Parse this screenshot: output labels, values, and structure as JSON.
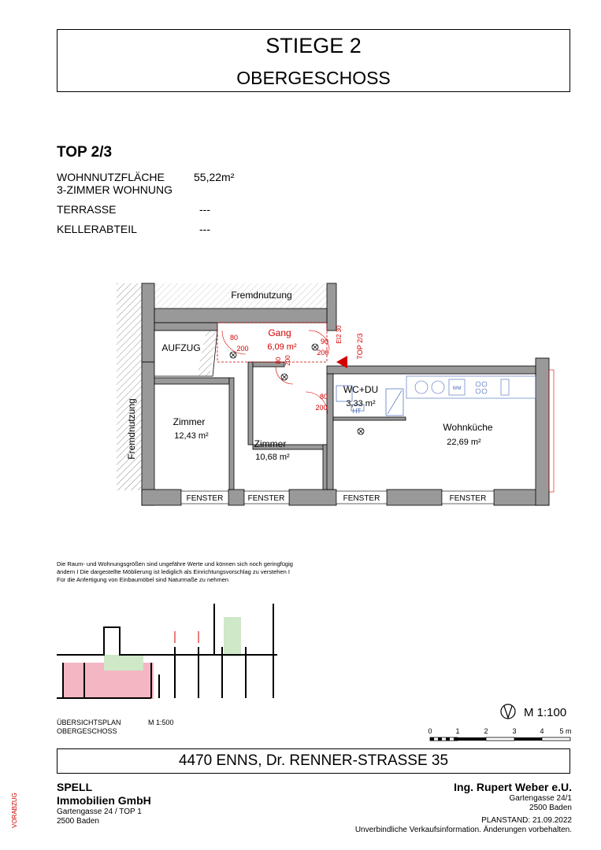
{
  "header": {
    "line1": "STIEGE 2",
    "line2": "OBERGESCHOSS"
  },
  "unit": {
    "top": "TOP 2/3",
    "wohnnutzflaeche_label": "WOHNNUTZFLÄCHE",
    "wohnnutzflaeche_value": "55,22m²",
    "type": "3-ZIMMER WOHNUNG",
    "terrasse_label": "TERRASSE",
    "terrasse_value": "---",
    "kellerabteil_label": "KELLERABTEIL",
    "kellerabteil_value": "---"
  },
  "plan": {
    "fremdnutzung_top": "Fremdnutzung",
    "fremdnutzung_left": "Fremdnutzung",
    "aufzug": "AUFZUG",
    "gang_label": "Gang",
    "gang_area": "6,09 m²",
    "wc_label": "WC+DU",
    "wc_area": "3,33 m²",
    "ht": "HT",
    "zimmer1_label": "Zimmer",
    "zimmer1_area": "12,43 m²",
    "zimmer2_label": "Zimmer",
    "zimmer2_area": "10,68 m²",
    "wohnkueche_label": "Wohnküche",
    "wohnkueche_area": "22,69 m²",
    "top_tag": "TOP 2/3",
    "ei30": "EI2 30",
    "door_80a": "80",
    "door_200a": "200",
    "door_90": "90",
    "door_200b": "200",
    "door_80b": "80",
    "door_200c": "200",
    "door_80c": "80",
    "door_200d": "200",
    "wm": "WM",
    "fenster1": "FENSTER",
    "fenster2": "FENSTER",
    "fenster3": "FENSTER",
    "fenster4": "FENSTER"
  },
  "note": "Die Raum- und Wohnungsgrößen sind ungefähre Werte und können sich noch geringfügig ändern I Die dargestellte Möblierung ist lediglich als Einrichtungsvorschlag zu verstehen I Für die Anfertigung von Einbaumöbel sind Naturmaße zu nehmen",
  "overview": {
    "label1": "ÜBERSICHTSPLAN",
    "scale": "M 1:500",
    "label2": "OBERGESCHOSS"
  },
  "scale": {
    "text": "M 1:100",
    "ticks": [
      "0",
      "1",
      "2",
      "3",
      "4",
      "5 m"
    ]
  },
  "address": "4470 ENNS, Dr. RENNER-STRASSE 35",
  "company_left": {
    "name1": "SPELL",
    "name2": "Immobilien GmbH",
    "addr1": "Gartengasse 24 / TOP 1",
    "addr2": "2500 Baden"
  },
  "company_right": {
    "name": "Ing. Rupert  Weber e.U.",
    "addr1": "Gartengasse 24/1",
    "addr2": "2500 Baden",
    "planstand": "PLANSTAND: 21.09.2022",
    "disclaimer": "Unverbindliche Verkaufsinformation. Änderungen vorbehalten."
  },
  "stamp": "VORABZUG",
  "colors": {
    "accent_red": "#d40000",
    "highlight_pink": "#f4b6c2",
    "highlight_green": "#cfe8c8"
  }
}
